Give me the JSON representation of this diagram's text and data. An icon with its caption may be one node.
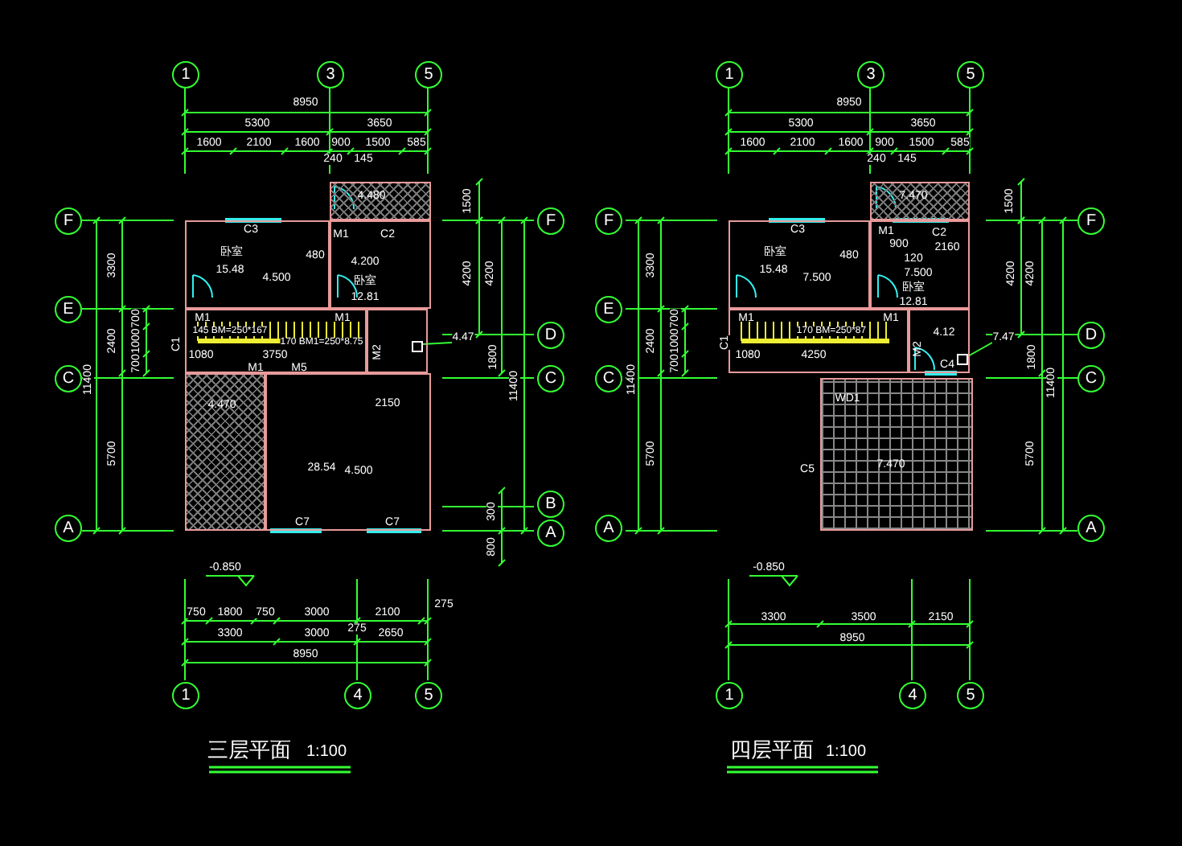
{
  "diagram": {
    "nodes": [
      {
        "text": [
          "1"
        ]
      },
      {
        "text": [
          "3"
        ]
      },
      {
        "text": [
          "5"
        ]
      },
      {
        "text": [
          "F"
        ]
      },
      {
        "text": [
          "E"
        ]
      },
      {
        "text": [
          "C"
        ]
      },
      {
        "text": [
          "A"
        ]
      },
      {
        "text": [
          "F"
        ]
      },
      {
        "text": [
          "D"
        ]
      },
      {
        "text": [
          "C"
        ]
      },
      {
        "text": [
          "B"
        ]
      },
      {
        "text": [
          "A"
        ]
      },
      {
        "text": [
          "1"
        ]
      },
      {
        "text": [
          "4"
        ]
      },
      {
        "text": [
          "5"
        ]
      },
      {
        "text": [
          "4.480"
        ]
      },
      {
        "text": [
          "C3",
          "卧室",
          "15.48",
          "4.500",
          "480"
        ]
      },
      {
        "text": [
          "M1",
          "C2",
          "4.200",
          "卧室",
          "12.81"
        ]
      },
      {
        "text": [
          "M1",
          "145 BM=250*167",
          "M1",
          "170 BM1=250*8.75",
          "1080",
          "3750",
          "M1",
          "M5"
        ]
      },
      {
        "text": [
          "M2"
        ]
      },
      {
        "text": [
          "4.470"
        ]
      },
      {
        "text": [
          "2150",
          "28.54",
          "4.500",
          "C7",
          "C7"
        ]
      },
      {
        "text": [
          "4.47"
        ]
      },
      {
        "text": [
          "1"
        ]
      },
      {
        "text": [
          "3"
        ]
      },
      {
        "text": [
          "5"
        ]
      },
      {
        "text": [
          "F"
        ]
      },
      {
        "text": [
          "E"
        ]
      },
      {
        "text": [
          "C"
        ]
      },
      {
        "text": [
          "A"
        ]
      },
      {
        "text": [
          "F"
        ]
      },
      {
        "text": [
          "D"
        ]
      },
      {
        "text": [
          "C"
        ]
      },
      {
        "text": [
          "A"
        ]
      },
      {
        "text": [
          "1"
        ]
      },
      {
        "text": [
          "4"
        ]
      },
      {
        "text": [
          "5"
        ]
      },
      {
        "text": [
          "7.470"
        ]
      },
      {
        "text": [
          "C3",
          "卧室",
          "15.48",
          "7.500",
          "480"
        ]
      },
      {
        "text": [
          "M1",
          "900",
          "C2",
          "2160",
          "120",
          "7.500",
          "卧室",
          "12.81"
        ]
      },
      {
        "text": [
          "M1",
          "170 BM=250*87",
          "M1",
          "1080",
          "4250"
        ]
      },
      {
        "text": [
          "M2",
          "4.12",
          "C4"
        ]
      },
      {
        "text": [
          "WD1",
          "7.470"
        ]
      },
      {
        "text": [
          "7.47"
        ]
      },
      {
        "text": [],
        "shape": "box",
        "in": 19
      },
      {
        "text": [],
        "shape": "box",
        "in": 41
      }
    ],
    "edges": [
      {
        "from": 22,
        "to": 44,
        "arrow": "none"
      },
      {
        "from": 43,
        "to": 45,
        "arrow": "none"
      }
    ],
    "labels": [
      "8950",
      "5300",
      "3650",
      "1600",
      "2100",
      "1600",
      "900",
      "1500",
      "585",
      "240",
      "145",
      "3300",
      "2400",
      "700",
      "1000",
      "700",
      "11400",
      "5700",
      "1500",
      "4200",
      "4200",
      "1800",
      "11400",
      "300",
      "800",
      "-0.850",
      "750",
      "1800",
      "750",
      "3000",
      "2100",
      "275",
      "275",
      "3300",
      "3000",
      "2650",
      "8950",
      "三层平面",
      "1:100",
      "C1",
      "8950",
      "5300",
      "3650",
      "1600",
      "2100",
      "1600",
      "900",
      "1500",
      "585",
      "240",
      "145",
      "3300",
      "2400",
      "700",
      "1000",
      "700",
      "11400",
      "5700",
      "1500",
      "4200",
      "4200",
      "1800",
      "11400",
      "5700",
      "-0.850",
      "3300",
      "3500",
      "2150",
      "8950",
      "四层平面",
      "1:100",
      "C1",
      "C5"
    ]
  }
}
